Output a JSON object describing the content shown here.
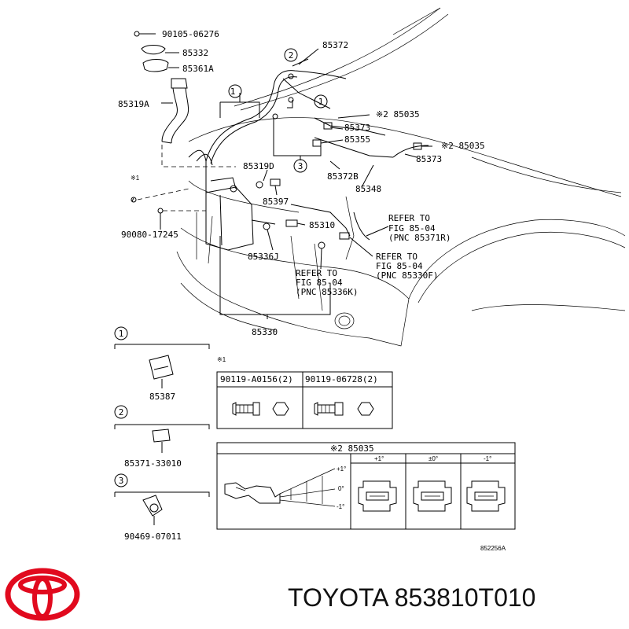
{
  "callouts": {
    "p90105": "90105-06276",
    "p85332": "85332",
    "p85361a": "85361A",
    "p85319a": "85319A",
    "p85372": "85372",
    "p85035_a": "※2 85035",
    "p85373_a": "85373",
    "p85355": "85355",
    "p85035_b": "※2 85035",
    "p85373_b": "85373",
    "p85319d": "85319D",
    "p85372b": "85372B",
    "p85348": "85348",
    "p85397": "85397",
    "p85310": "85310",
    "note1": "※1",
    "p90080": "90080-17245",
    "p85336j": "85336J",
    "p85330": "85330",
    "ref1_a": "REFER TO",
    "ref1_b": "FIG 85-04",
    "ref1_c": "(PNC 85371R)",
    "ref2_a": "REFER TO",
    "ref2_b": "FIG 85-04",
    "ref2_c": "(PNC 85330F)",
    "ref3_a": "REFER TO",
    "ref3_b": "FIG 85-04",
    "ref3_c": "(PNC 85336K)",
    "circ1": "1",
    "circ2": "2",
    "circ3": "3"
  },
  "legend_groups": {
    "g1_num": "1",
    "g1_part": "85387",
    "g2_num": "2",
    "g2_part": "85371-33010",
    "g3_num": "3",
    "g3_part": "90469-07011"
  },
  "fastener_table": {
    "mark": "※1",
    "col1": "90119-A0156(2)",
    "col2": "90119-06728(2)"
  },
  "nozzle_table": {
    "header": "※2 85035",
    "angles": [
      "+1°",
      "±0°",
      "-1°"
    ],
    "scale_top": "+1°",
    "scale_mid": "0°",
    "scale_bot": "-1°"
  },
  "figure_code": "852256A",
  "footer": {
    "brand": "TOYOTA",
    "part_number": "853810T010",
    "logo_color": "#e10a1e"
  }
}
